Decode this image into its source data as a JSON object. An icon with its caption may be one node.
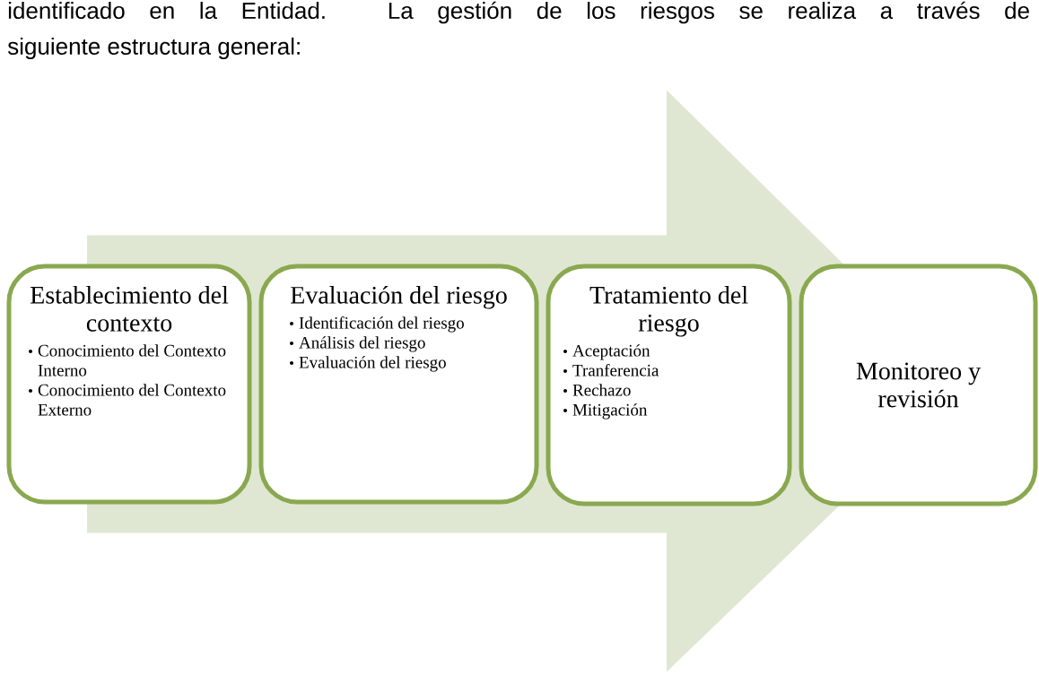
{
  "diagram": {
    "nodes": [
      {
        "text": [
          "Establecimiento del contexto",
          "Conocimiento del Contexto Interno",
          "Conocimiento del Contexto Externo"
        ]
      },
      {
        "text": [
          "Evaluación del riesgo",
          "Identificación del riesgo",
          "Análisis del riesgo",
          "Evaluación del riesgo"
        ]
      },
      {
        "text": [
          "Tratamiento del riesgo",
          "Aceptación",
          "Tranferencia",
          "Rechazo",
          "Mitigación"
        ]
      },
      {
        "text": [
          "Monitoreo y revisión"
        ]
      }
    ],
    "edges": [
      {
        "from": 0,
        "to": 3,
        "arrow": "to",
        "style": "thick"
      }
    ],
    "labels": [
      "identificado en la Entidad. La gestión de los riesgos se realiza a través de",
      "siguiente estructura general:"
    ]
  }
}
